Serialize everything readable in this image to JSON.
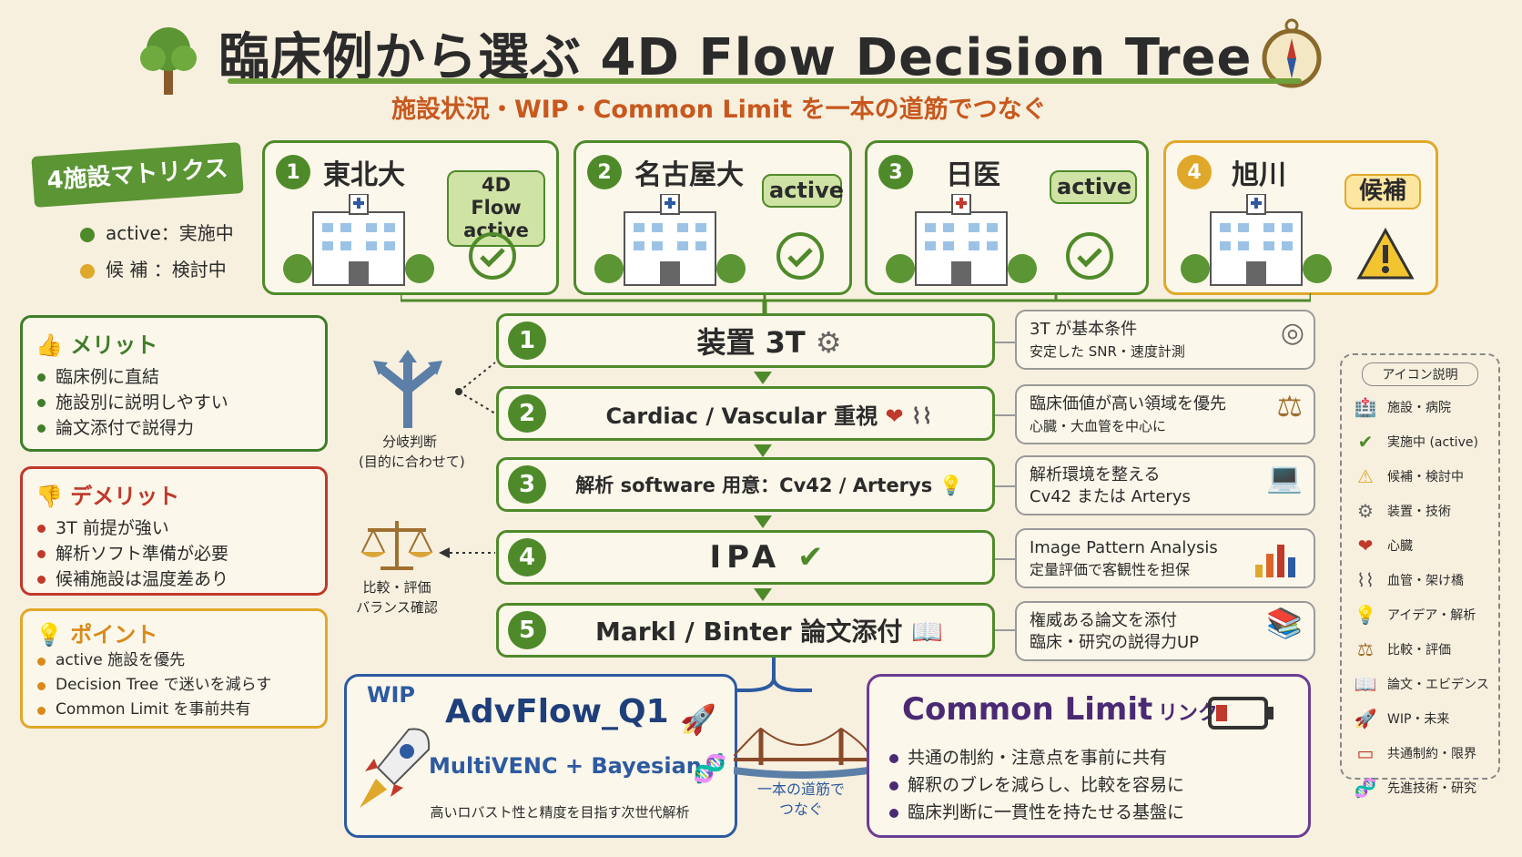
{
  "header": {
    "title": "臨床例から選ぶ 4D Flow Decision Tree",
    "subtitle": "施設状況・WIP・Common Limit を一本の道筋でつなぐ"
  },
  "matrix": {
    "tag": "4施設マトリクス",
    "legend": [
      {
        "label": "active：実施中",
        "color": "#4f8a2a"
      },
      {
        "label": "候 補 ：検討中",
        "color": "#e0a82a"
      }
    ]
  },
  "facilities": [
    {
      "num": "1",
      "name": "東北大",
      "status": "4D Flow active"
    },
    {
      "num": "2",
      "name": "名古屋大",
      "status": "active"
    },
    {
      "num": "3",
      "name": "日医",
      "status": "active"
    },
    {
      "num": "4",
      "name": "旭川",
      "status": "候補"
    }
  ],
  "merit": {
    "title": "メリット",
    "items": [
      "臨床例に直結",
      "施設別に説明しやすい",
      "論文添付で説得力"
    ],
    "color": "#3f7d2a"
  },
  "demerit": {
    "title": "デメリット",
    "items": [
      "3T 前提が強い",
      "解析ソフト準備が必要",
      "候補施設は温度差あり"
    ],
    "color": "#c0392b"
  },
  "point": {
    "title": "ポイント",
    "items": [
      "active 施設を優先",
      "Decision Tree で迷いを減らす",
      "Common Limit を事前共有"
    ],
    "color": "#d98a1a"
  },
  "branch_label": {
    "line1": "分岐判断",
    "line2": "(目的に合わせて)"
  },
  "compare_label": {
    "line1": "比較・評価",
    "line2": "バランス確認"
  },
  "steps": [
    {
      "num": "1",
      "label": "装置 3T",
      "note1": "3T が基本条件",
      "note2": "安定した SNR・速度計測"
    },
    {
      "num": "2",
      "label": "Cardiac / Vascular 重視",
      "note1": "臨床価値が高い領域を優先",
      "note2": "心臓・大血管を中心に"
    },
    {
      "num": "3",
      "label": "解析 software 用意：Cv42 / Arterys",
      "note1": "解析環境を整える",
      "note2": "Cv42 または Arterys"
    },
    {
      "num": "4",
      "label": "IPA",
      "note1": "Image Pattern Analysis",
      "note2": "定量評価で客観性を担保"
    },
    {
      "num": "5",
      "label": "Markl / Binter 論文添付",
      "note1": "権威ある論文を添付",
      "note2": "臨床・研究の説得力UP"
    }
  ],
  "icon_panel": {
    "title": "アイコン説明",
    "items": [
      {
        "icon": "hospital-icon",
        "label": "施設・病院"
      },
      {
        "icon": "check-icon",
        "label": "実施中 (active)"
      },
      {
        "icon": "warning-icon",
        "label": "候補・検討中"
      },
      {
        "icon": "gear-icon",
        "label": "装置・技術"
      },
      {
        "icon": "heart-icon",
        "label": "心臓"
      },
      {
        "icon": "bridge-icon",
        "label": "血管・架け橋"
      },
      {
        "icon": "bulb-icon",
        "label": "アイデア・解析"
      },
      {
        "icon": "scale-icon",
        "label": "比較・評価"
      },
      {
        "icon": "book-icon",
        "label": "論文・エビデンス"
      },
      {
        "icon": "rocket-icon",
        "label": "WIP・未来"
      },
      {
        "icon": "battery-icon",
        "label": "共通制約・限界"
      },
      {
        "icon": "dna-icon",
        "label": "先進技術・研究"
      }
    ]
  },
  "wip": {
    "tag": "WIP",
    "title": "AdvFlow_Q1",
    "sub": "MultiVENC + Bayesian",
    "desc": "高いロバスト性と精度を目指す次世代解析"
  },
  "bridge_caption": {
    "line1": "一本の道筋で",
    "line2": "つなぐ"
  },
  "common_limit": {
    "title": "Common Limit",
    "title_suffix": "リンク",
    "items": [
      "共通の制約・注意点を事前に共有",
      "解釈のブレを減らし、比較を容易に",
      "臨床判断に一貫性を持たせる基盤に"
    ]
  }
}
